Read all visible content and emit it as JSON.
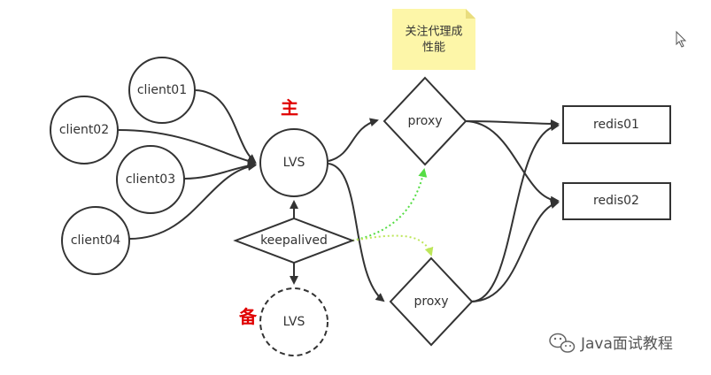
{
  "nodes": {
    "client01": "client01",
    "client02": "client02",
    "client03": "client03",
    "client04": "client04",
    "lvs_master": "LVS",
    "lvs_backup": "LVS",
    "keepalived": "keepalived",
    "proxy_top": "proxy",
    "proxy_bottom": "proxy",
    "redis01": "redis01",
    "redis02": "redis02"
  },
  "labels": {
    "master": "主",
    "backup": "备"
  },
  "note": {
    "line1": "关注代理成",
    "line2": "性能",
    "color": "#fdf6a8"
  },
  "watermark": {
    "text": "Java面试教程"
  },
  "colors": {
    "stroke": "#333333",
    "role_label": "#e00000",
    "failover_link_top": "#55dd44",
    "failover_link_bottom": "#bde65a"
  }
}
